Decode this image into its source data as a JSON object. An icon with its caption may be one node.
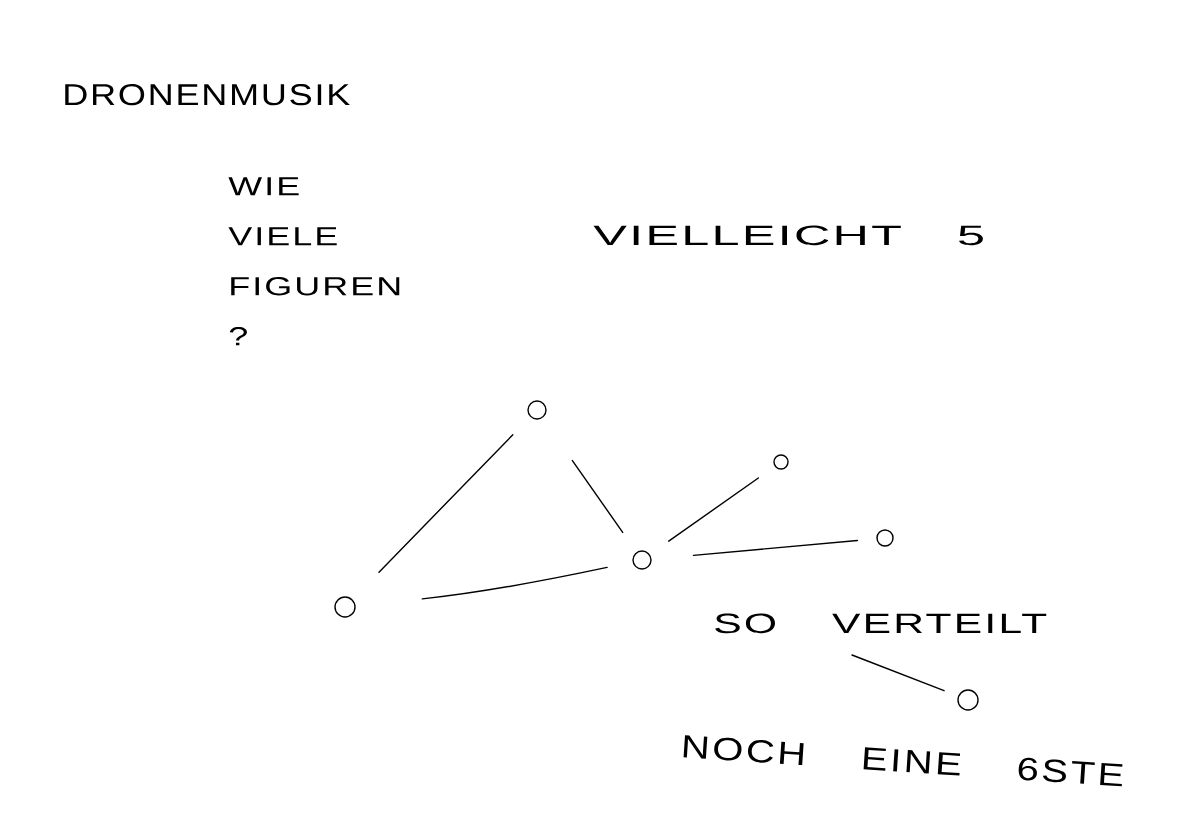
{
  "diagram": {
    "title": "DRONENMUSIK",
    "nodes": [
      {
        "text": [],
        "shape": "circle"
      },
      {
        "text": [],
        "shape": "circle"
      },
      {
        "text": [],
        "shape": "circle"
      },
      {
        "text": [],
        "shape": "circle"
      },
      {
        "text": [],
        "shape": "circle"
      },
      {
        "text": [],
        "shape": "circle",
        "beside": [
          "NOCH EINE 6STE"
        ]
      }
    ],
    "edges": [
      {
        "from": 0,
        "to": 4,
        "arrow": "none"
      },
      {
        "from": 0,
        "to": 3,
        "arrow": "none"
      },
      {
        "from": 3,
        "to": 1,
        "arrow": "none"
      },
      {
        "from": 3,
        "to": 2,
        "arrow": "none"
      },
      {
        "from": 3,
        "to": 4,
        "arrow": "none"
      },
      {
        "from": null,
        "to": 5,
        "arrow": "none"
      }
    ],
    "labels": [
      "WIE VIELE FIGUREN ?",
      "VIELLEICHT 5",
      "SO VERTEILT"
    ]
  }
}
